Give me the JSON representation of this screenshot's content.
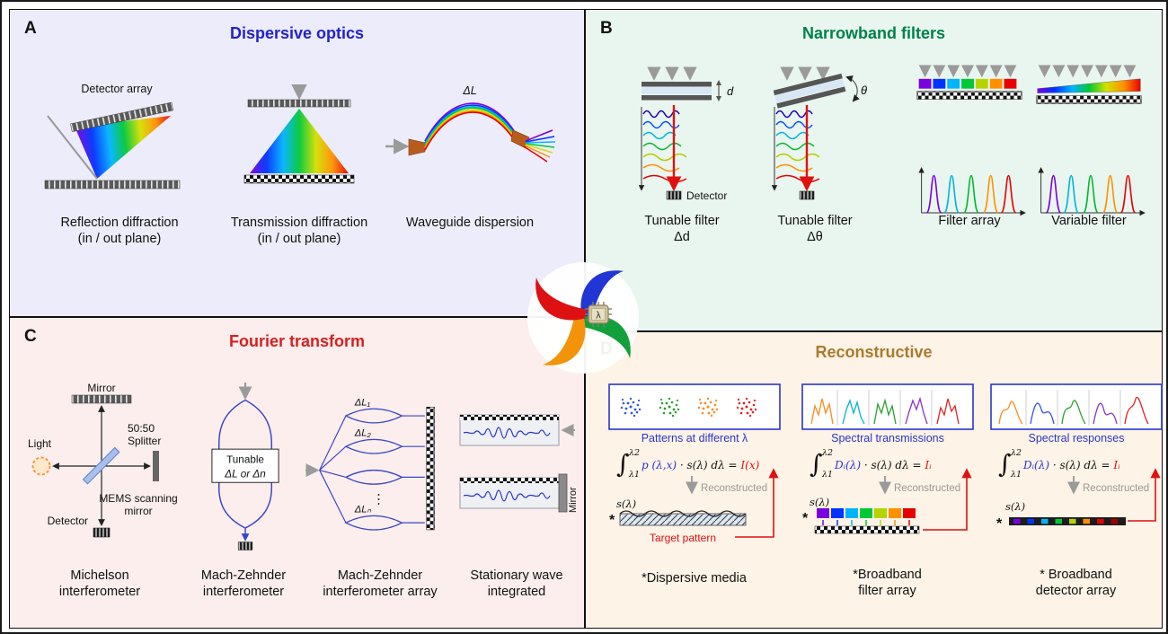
{
  "colors": {
    "panelA_bg": "#ececfb",
    "panelB_bg": "#e9f6ef",
    "panelC_bg": "#fbeeec",
    "panelD_bg": "#fdf3e6",
    "titleA": "#2222cc",
    "titleB": "#00804a",
    "titleC": "#d62020",
    "titleD": "#aa7a2e",
    "accent_red": "#e01010",
    "accent_blue": "#2a35cc",
    "spectrum": [
      "#7b00e0",
      "#0033ff",
      "#00b4ff",
      "#00c837",
      "#b6d400",
      "#ff9000",
      "#e80000"
    ]
  },
  "panelA": {
    "letter": "A",
    "title": "Dispersive optics",
    "detector_array": "Detector array",
    "delta_L": "ΔL",
    "cap1a": "Reflection diffraction",
    "cap1b": "(in / out plane)",
    "cap2a": "Transmission diffraction",
    "cap2b": "(in / out plane)",
    "cap3a": "Waveguide dispersion"
  },
  "panelB": {
    "letter": "B",
    "title": "Narrowband filters",
    "d": "d",
    "theta": "θ",
    "detector": "Detector",
    "cap1a": "Tunable filter",
    "cap1b": "Δd",
    "cap2a": "Tunable filter",
    "cap2b": "Δθ",
    "cap3a": "Filter array",
    "cap4a": "Variable filter"
  },
  "panelC": {
    "letter": "C",
    "title": "Fourier transform",
    "mirror": "Mirror",
    "fifty": "50:50",
    "splitter": "Splitter",
    "light": "Light",
    "detector": "Detector",
    "mems1": "MEMS scanning",
    "mems2": "mirror",
    "tunable1": "Tunable",
    "tunable2": "ΔL or Δn",
    "dl1": "ΔL₁",
    "dl2": "ΔL₂",
    "dots": "⋮",
    "dln": "ΔLₙ",
    "mirror2": "Mirror",
    "cap1a": "Michelson",
    "cap1b": "interferometer",
    "cap2a": "Mach-Zehnder",
    "cap2b": "interferometer",
    "cap3a": "Mach-Zehnder",
    "cap3b": "interferometer array",
    "cap4a": "Stationary wave",
    "cap4b": "integrated"
  },
  "panelD": {
    "letter": "D",
    "title": "Reconstructive",
    "int": "∫",
    "lam2": "λ2",
    "lam1": "λ1",
    "reconstructed": "Reconstructed",
    "s_lambda": "s(λ)",
    "star": "*",
    "col1": {
      "caption": "Patterns at different λ",
      "f_blue": "p (λ,x)",
      "f_mid": " · s(λ) dλ = ",
      "f_red": "I(x)",
      "target": "Target pattern",
      "label1": "*Dispersive media"
    },
    "col2": {
      "caption": "Spectral transmissions",
      "f_blue": "Dᵢ(λ)",
      "f_mid": " · s(λ) dλ = ",
      "f_red": "Iᵢ",
      "label1": "*Broadband",
      "label2": "filter array"
    },
    "col3": {
      "caption": "Spectral responses",
      "f_blue": "Dᵢ(λ)",
      "f_mid": " · s(λ) dλ = ",
      "f_red": "Iᵢ",
      "label1": "* Broadband",
      "label2": "detector array"
    }
  },
  "center": {
    "lambda": "λ"
  }
}
